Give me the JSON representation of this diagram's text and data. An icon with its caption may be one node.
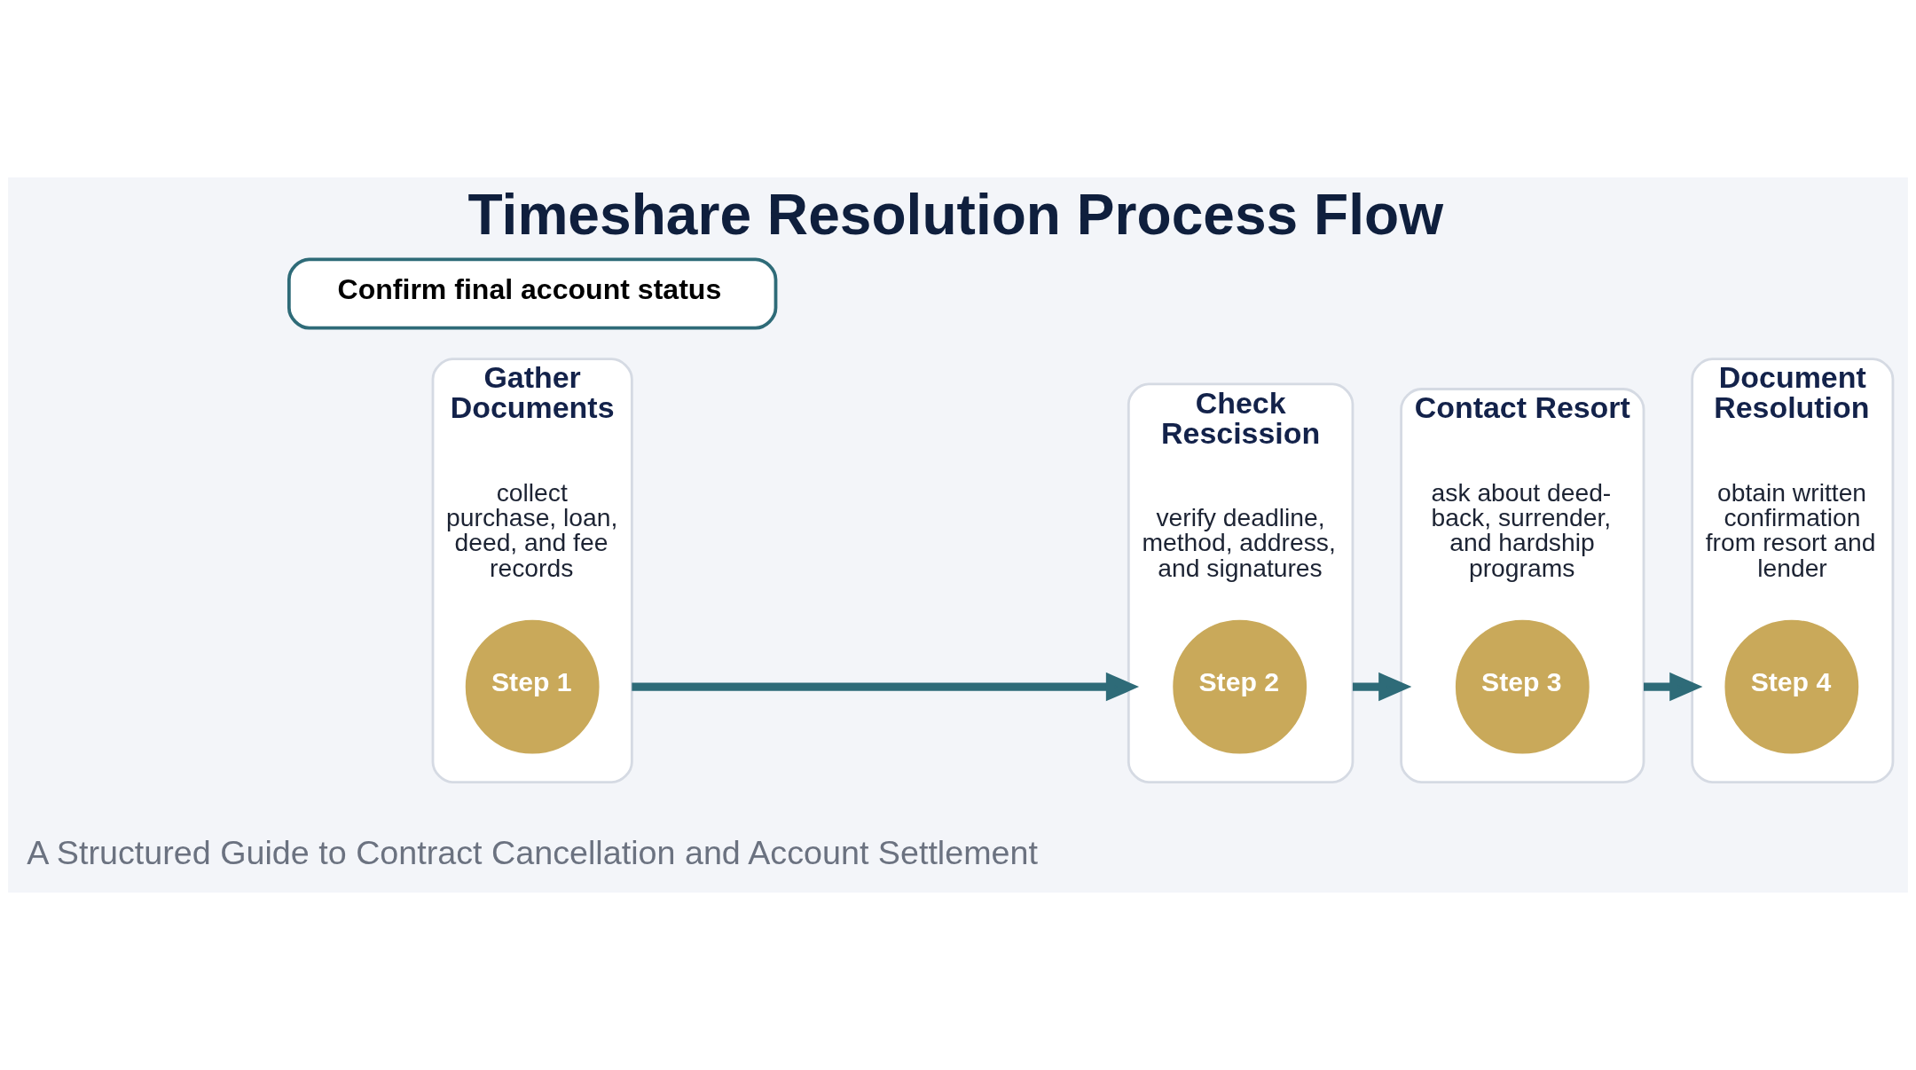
{
  "diagram": {
    "title": "Timeshare Resolution Process Flow",
    "nodes": [
      {
        "text": [
          "Gather Documents",
          "collect purchase, loan, deed, and fee records"
        ]
      },
      {
        "text": [
          "Step 1"
        ],
        "in": 0
      },
      {
        "text": [
          "Check Rescission",
          "verify deadline, method, address, and signatures"
        ]
      },
      {
        "text": [
          "Step 2"
        ],
        "in": 2
      },
      {
        "text": [
          "Contact Resort",
          "ask about deed-back, surrender, and hardship programs"
        ]
      },
      {
        "text": [
          "Step 3"
        ],
        "in": 4
      },
      {
        "text": [
          "Document Resolution",
          "obtain written confirmation from resort and lender"
        ]
      },
      {
        "text": [
          "Step 4"
        ],
        "in": 6
      },
      {
        "text": [
          "Confirm final account status"
        ]
      }
    ],
    "edges": [
      {
        "from": 0,
        "to": 2,
        "arrow": "to"
      },
      {
        "from": 2,
        "to": 4,
        "arrow": "to"
      },
      {
        "from": 4,
        "to": 6,
        "arrow": "to"
      }
    ],
    "labels": [
      "A Structured Guide to Contract Cancellation and Account Settlement"
    ]
  }
}
